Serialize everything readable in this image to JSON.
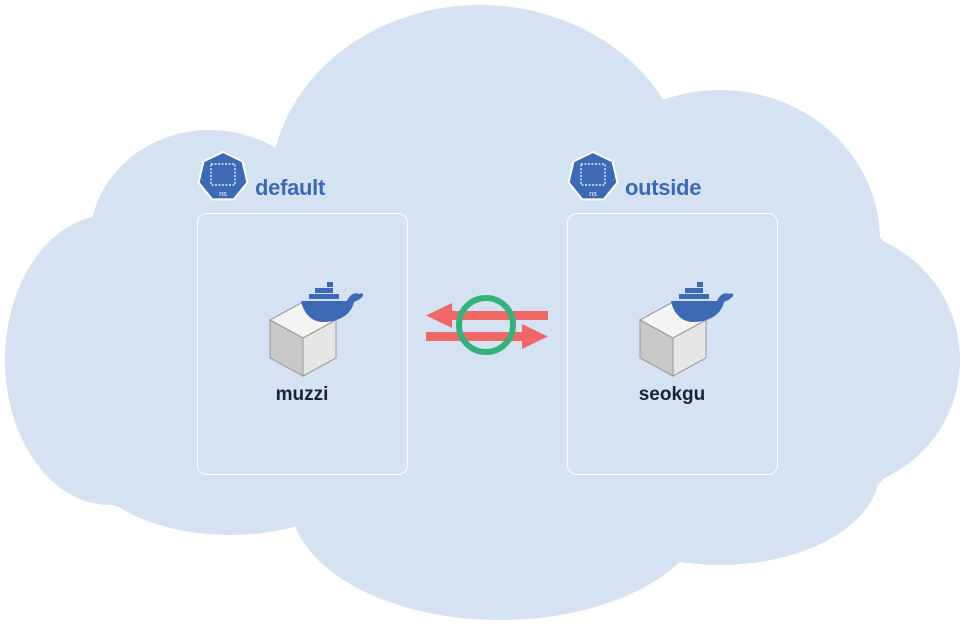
{
  "colors": {
    "cloud": "#d5e2f2",
    "namespace_blue": "#3d6ab7",
    "label_dark": "#16243a",
    "arrow_red": "#f06767",
    "block_green": "#33b279",
    "cube_face": "#f2f2f2"
  },
  "namespaces": [
    {
      "name": "default",
      "icon": "kubernetes-namespace-icon",
      "icon_text": "ns",
      "container": {
        "name": "muzzi",
        "icon": "docker-whale-icon"
      }
    },
    {
      "name": "outside",
      "icon": "kubernetes-namespace-icon",
      "icon_text": "ns",
      "container": {
        "name": "seokgu",
        "icon": "docker-whale-icon"
      }
    }
  ],
  "connection": {
    "type": "bidirectional-arrows",
    "status_icon": "blocked-circle-icon"
  }
}
